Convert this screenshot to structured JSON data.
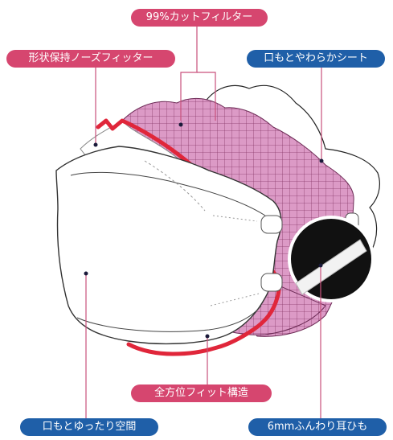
{
  "labels": {
    "filter": "99%カットフィルター",
    "nose_fitter": "形状保持ノーズフィッター",
    "soft_sheet": "口もとやわらかシート",
    "fit_structure": "全方位フィット構造",
    "mouth_space": "口もとゆったり空間",
    "ear_loop": "6mmふんわり耳ひも"
  },
  "colors": {
    "pink_label": "#d6466f",
    "blue_label": "#1f5fa8",
    "red_edge": "#e0263a",
    "filter_mesh": "#d993c2",
    "leader_line": "#c9517c"
  }
}
